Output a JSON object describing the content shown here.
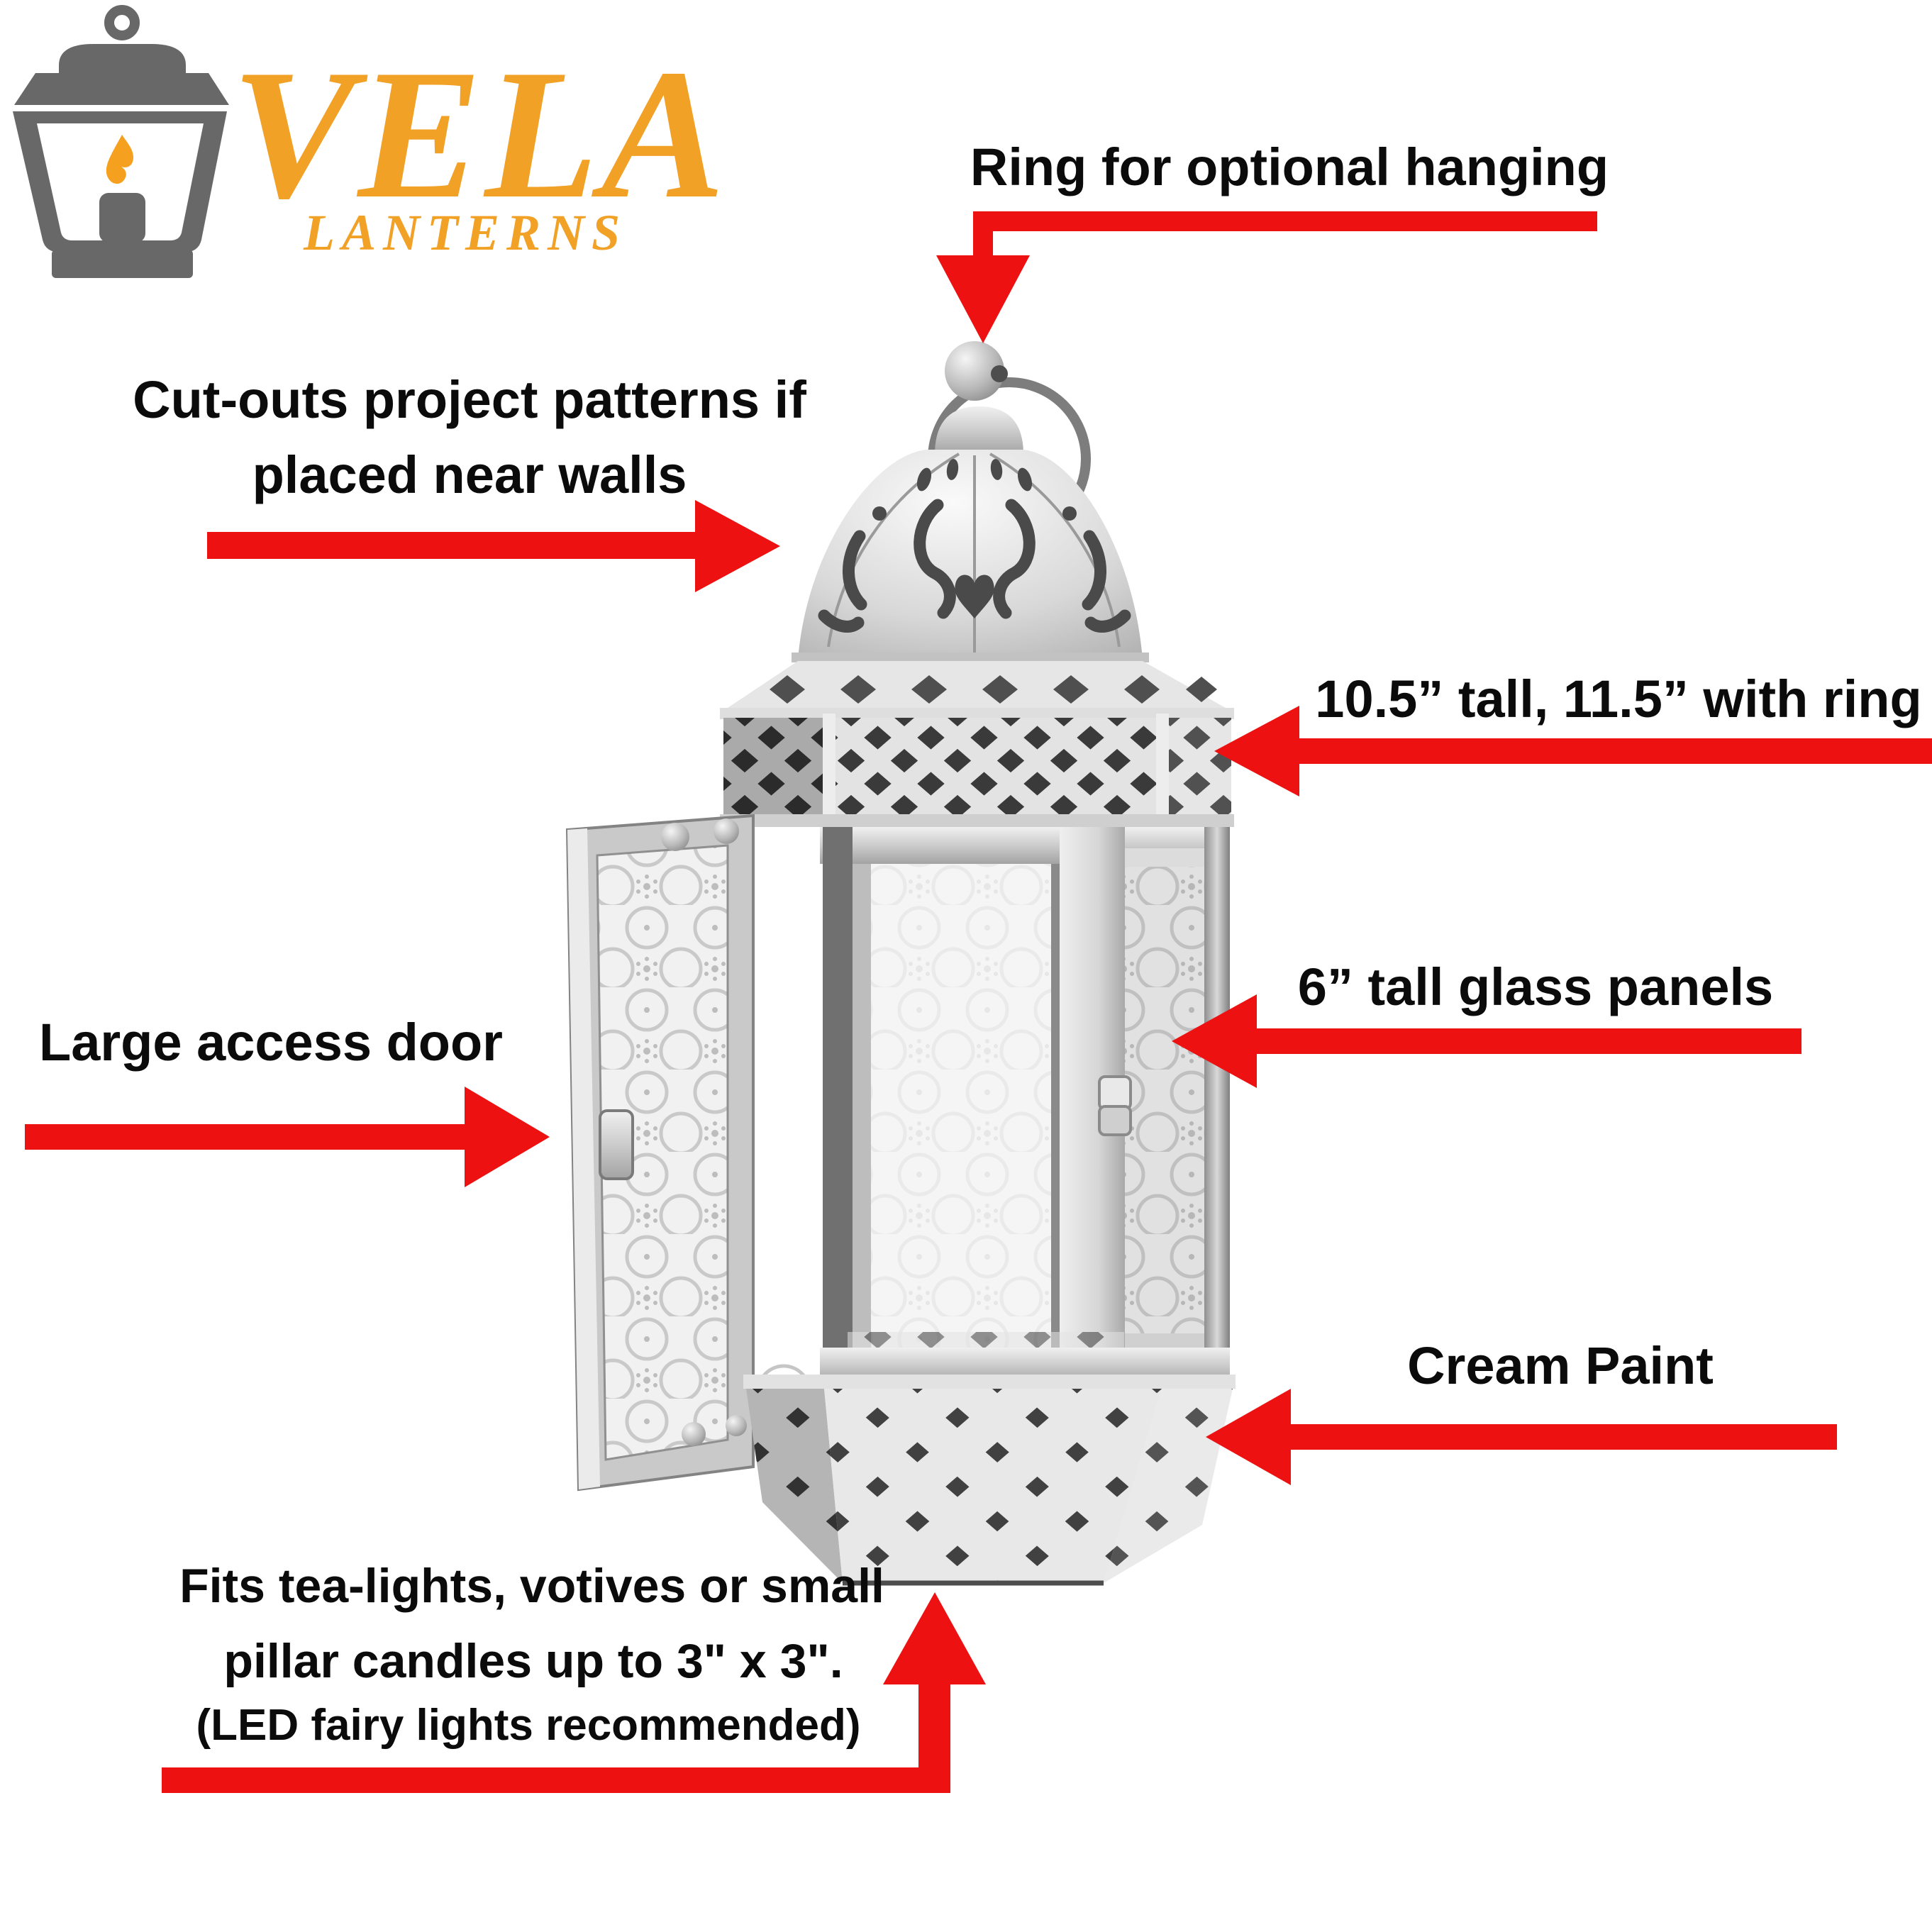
{
  "logo": {
    "brand": "VELA",
    "sub": "LANTERNS",
    "icon": "gray-lantern-with-candle-flame"
  },
  "annotations": {
    "ring": "Ring for optional hanging",
    "cutouts_line1": "Cut-outs project patterns if",
    "cutouts_line2": "placed near walls",
    "height": "10.5” tall, 11.5” with ring",
    "glass": "6” tall glass panels",
    "door": "Large access door",
    "paint": "Cream Paint",
    "candles_line1": "Fits tea-lights, votives or small",
    "candles_line2": "pillar candles up to 3\" x 3\".",
    "candles_line3": "(LED fairy lights recommended)"
  },
  "colors": {
    "arrow_red": "#ee1111",
    "logo_gold": "#f2a127",
    "logo_gray": "#686868",
    "text_black": "#0b0b0b"
  }
}
